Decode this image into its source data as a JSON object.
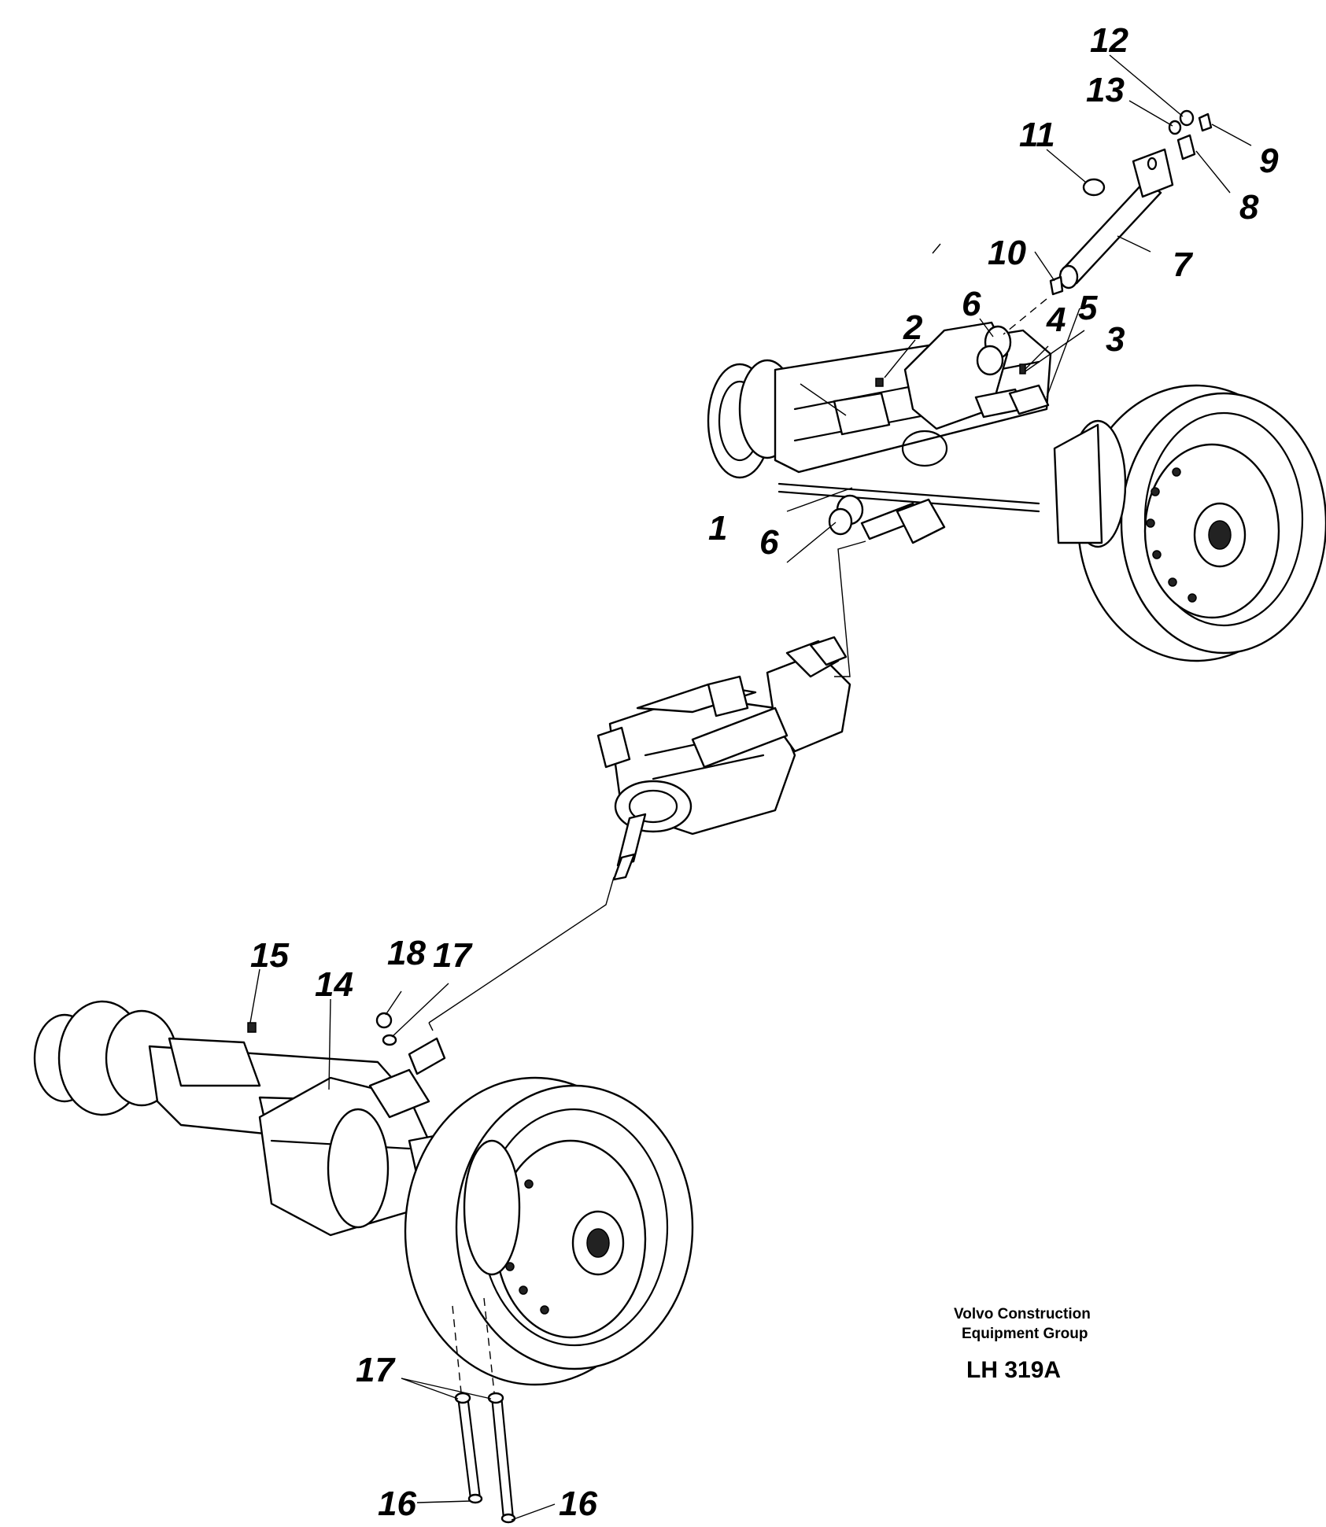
{
  "callouts": {
    "c1": "1",
    "c2": "2",
    "c3": "3",
    "c4": "4",
    "c5": "5",
    "c6a": "6",
    "c6b": "6",
    "c7": "7",
    "c8": "8",
    "c9": "9",
    "c10": "10",
    "c11": "11",
    "c12": "12",
    "c13": "13",
    "c14": "14",
    "c15": "15",
    "c16a": "16",
    "c16b": "16",
    "c17a": "17",
    "c17b": "17",
    "c18": "18"
  },
  "caption": {
    "company_line1": "Volvo Construction",
    "company_line2": "Equipment Group",
    "drawing_code": "LH 319A"
  }
}
